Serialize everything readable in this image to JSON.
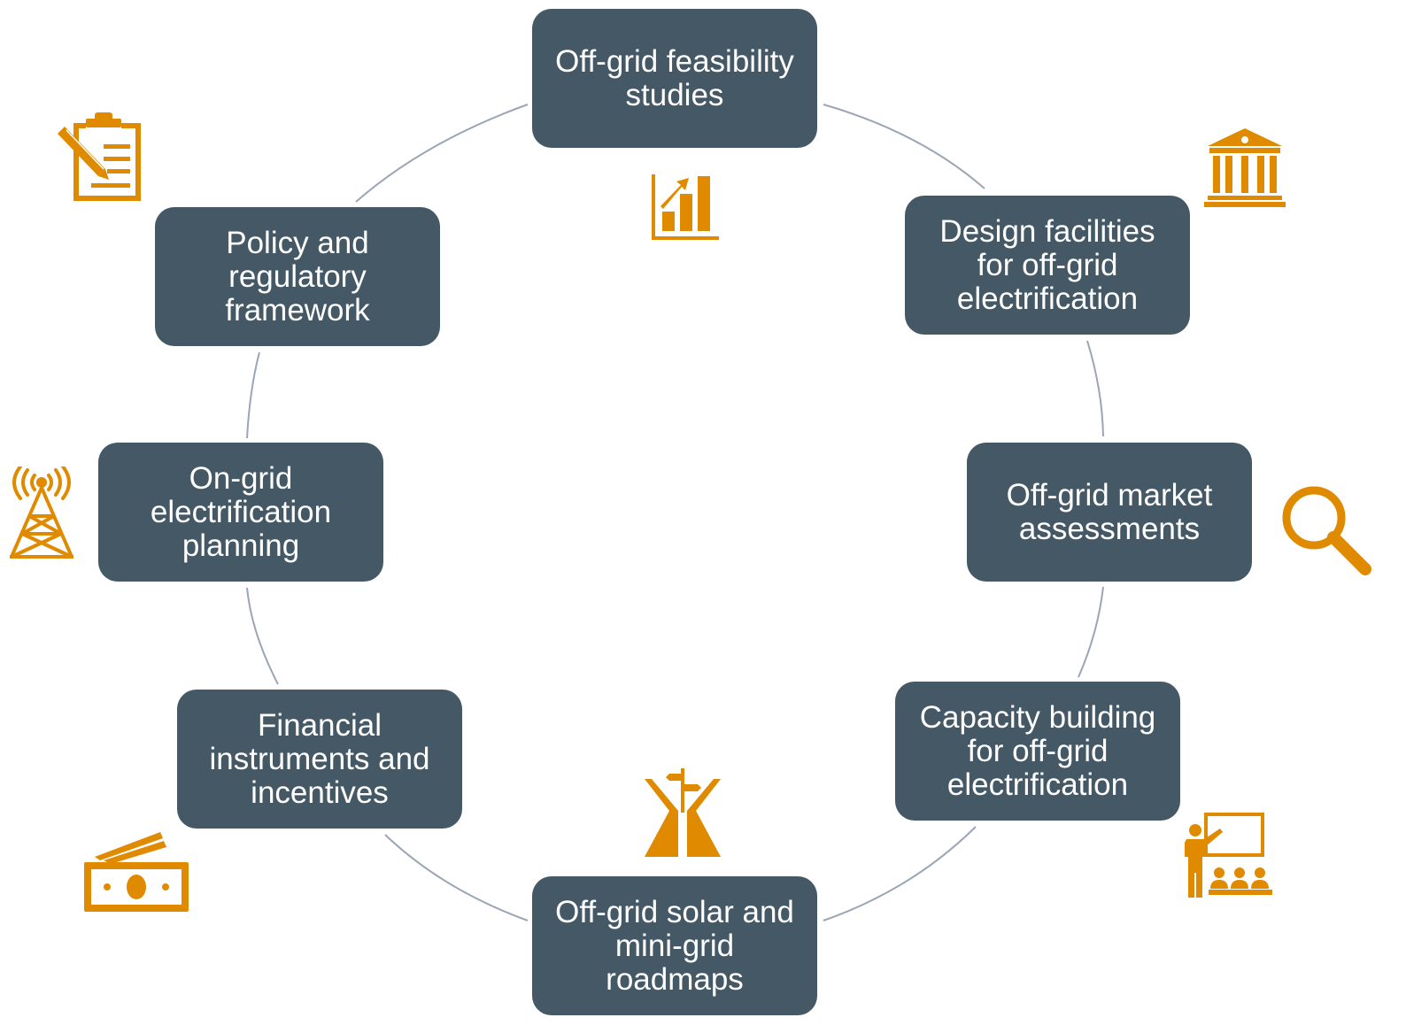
{
  "diagram": {
    "nodes": {
      "feasibility": "Off-grid feasibility\nstudies",
      "design": "Design facilities\nfor off-grid\nelectrification",
      "market": "Off-grid market\nassessments",
      "capacity": "Capacity building\nfor off-grid\nelectrification",
      "roadmaps": "Off-grid solar and\nmini-grid\nroadmaps",
      "financial": "Financial\ninstruments and\nincentives",
      "ongrid": "On-grid\nelectrification\nplanning",
      "policy": "Policy and\nregulatory\nframework"
    },
    "icons": {
      "feasibility": "bar-chart-growth-icon",
      "design": "building-columns-icon",
      "market": "magnifier-icon",
      "capacity": "presentation-icon",
      "roadmaps": "road-signpost-icon",
      "financial": "money-bills-icon",
      "ongrid": "transmission-tower-icon",
      "policy": "clipboard-pencil-icon"
    },
    "colors": {
      "node_fill": "#445866",
      "node_text": "#ffffff",
      "icon": "#E08A00",
      "connector": "#9AA5B5"
    }
  }
}
